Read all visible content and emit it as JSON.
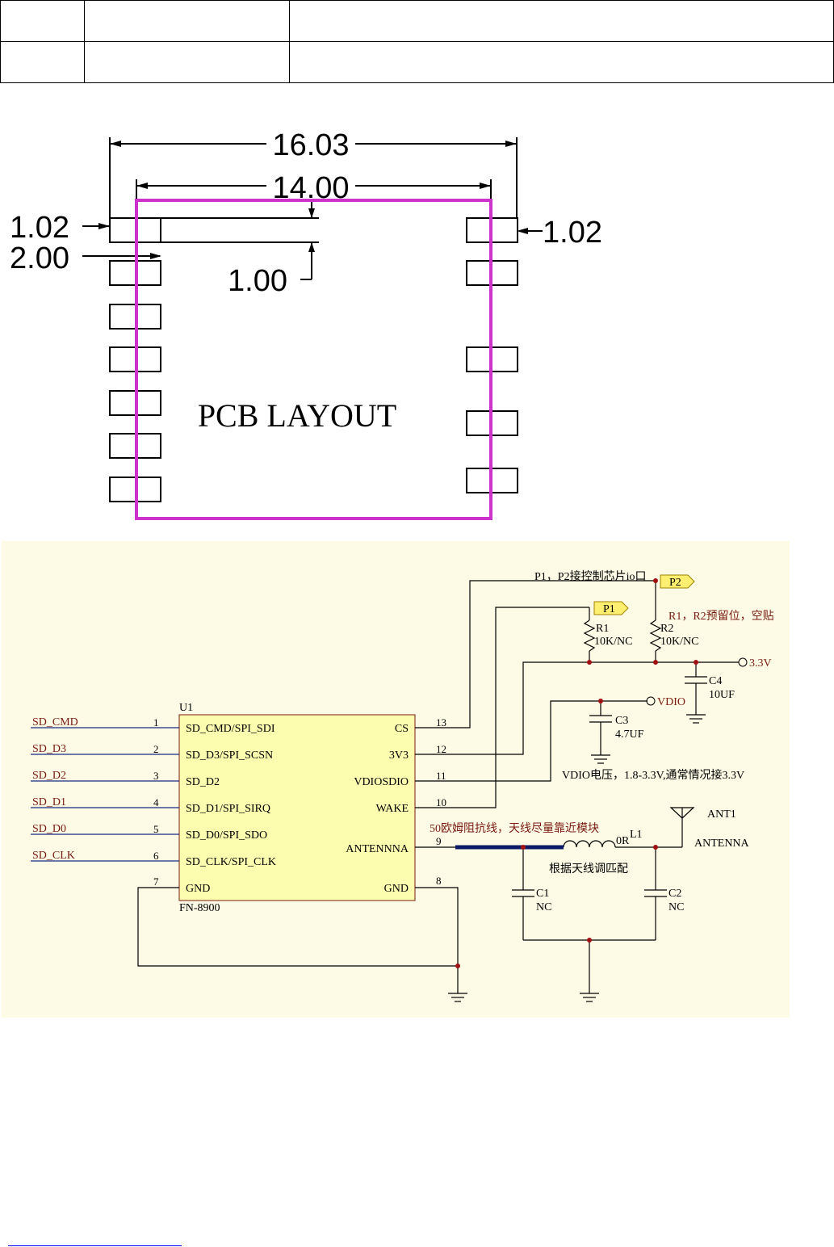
{
  "pcb": {
    "title": "PCB  LAYOUT",
    "dims": {
      "overall_width": "16.03",
      "inner_width": "14.00",
      "pad_width_left": "1.02",
      "pad_width_right": "1.02",
      "pad_pitch": "2.00",
      "pad_gap": "1.00"
    }
  },
  "schematic": {
    "ic": {
      "designator": "U1",
      "part": "FN-8900",
      "left_pins": [
        {
          "num": "1",
          "name": "SD_CMD/SPI_SDI",
          "net": "SD_CMD"
        },
        {
          "num": "2",
          "name": "SD_D3/SPI_SCSN",
          "net": "SD_D3"
        },
        {
          "num": "3",
          "name": "SD_D2",
          "net": "SD_D2"
        },
        {
          "num": "4",
          "name": "SD_D1/SPI_SIRQ",
          "net": "SD_D1"
        },
        {
          "num": "5",
          "name": "SD_D0/SPI_SDO",
          "net": "SD_D0"
        },
        {
          "num": "6",
          "name": "SD_CLK/SPI_CLK",
          "net": "SD_CLK"
        },
        {
          "num": "7",
          "name": "GND",
          "net": ""
        }
      ],
      "right_pins": [
        {
          "num": "13",
          "name": "CS"
        },
        {
          "num": "12",
          "name": "3V3"
        },
        {
          "num": "11",
          "name": "VDIOSDIO"
        },
        {
          "num": "10",
          "name": "WAKE"
        },
        {
          "num": "9",
          "name": "ANTENNNA"
        },
        {
          "num": "8",
          "name": "GND"
        }
      ]
    },
    "ports": {
      "p1": "P1",
      "p2": "P2",
      "v33": "3.3V",
      "vdio": "VDIO"
    },
    "components": {
      "r1_ref": "R1",
      "r1_val": "10K/NC",
      "r2_ref": "R2",
      "r2_val": "10K/NC",
      "c4_ref": "C4",
      "c4_val": "10UF",
      "c3_ref": "C3",
      "c3_val": "4.7UF",
      "c1_ref": "C1",
      "c1_val": "NC",
      "c2_ref": "C2",
      "c2_val": "NC",
      "l1_ref": "L1",
      "l1_val": "0R",
      "ant_ref": "ANT1",
      "ant_val": "ANTENNA"
    },
    "notes": {
      "p_io": "P1，P2接控制芯片io口",
      "r_reserved": "R1，R2预留位，空贴",
      "vdio": "VDIO电压，1.8-3.3V,通常情况接3.3V",
      "ohm": "50欧姆阻抗线，天线尽量靠近模块",
      "match": "根据天线调匹配"
    },
    "colors": {
      "background": "#fdfbe6",
      "ic_fill": "#fdfdb0",
      "pcb_outline": "#cc33cc",
      "net_color": "#7a1a10"
    }
  }
}
